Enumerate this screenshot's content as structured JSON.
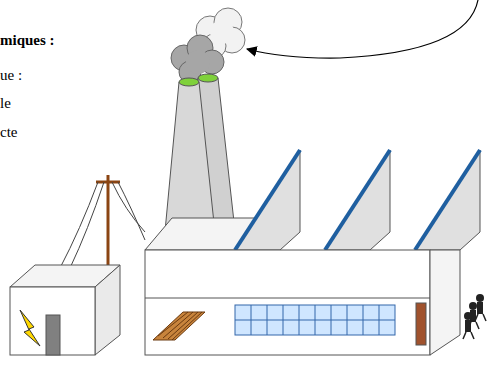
{
  "diagram": {
    "labels": [
      "miques :",
      "ue :",
      "le",
      "cte"
    ]
  }
}
